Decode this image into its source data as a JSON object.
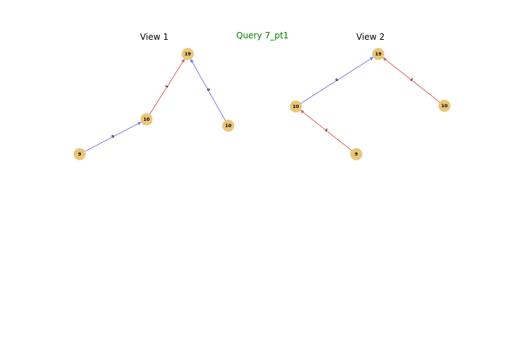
{
  "query_title": "Query 7_pt1",
  "colors": {
    "query_title": "#008000",
    "node_fill": "#e8c67a",
    "edge_label_0": "#7777e6",
    "edge_label_1": "#d85a5a"
  },
  "views": [
    {
      "title": "View 1",
      "nodes": [
        {
          "id": "a",
          "label": "19"
        },
        {
          "id": "b",
          "label": "10"
        },
        {
          "id": "c",
          "label": "10"
        },
        {
          "id": "d",
          "label": "9"
        }
      ],
      "edges": [
        {
          "from": "d",
          "to": "b",
          "label": "0"
        },
        {
          "from": "b",
          "to": "a",
          "label": "1"
        },
        {
          "from": "c",
          "to": "a",
          "label": "0"
        }
      ]
    },
    {
      "title": "View 2",
      "nodes": [
        {
          "id": "a",
          "label": "19"
        },
        {
          "id": "b",
          "label": "10"
        },
        {
          "id": "c",
          "label": "10"
        },
        {
          "id": "d",
          "label": "9"
        }
      ],
      "edges": [
        {
          "from": "b",
          "to": "a",
          "label": "0"
        },
        {
          "from": "c",
          "to": "a",
          "label": "1"
        },
        {
          "from": "d",
          "to": "b",
          "label": "1"
        }
      ]
    }
  ]
}
